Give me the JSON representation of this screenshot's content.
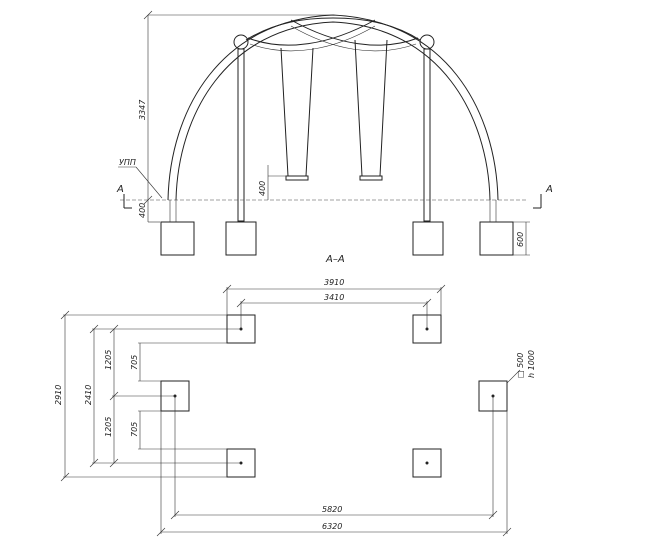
{
  "elevation": {
    "height_dim": "3347",
    "zero_level_label": "УПП",
    "section_mark": "A",
    "seat_height_dim": "400",
    "depth_dim": "400",
    "footing_height_dim": "600"
  },
  "plan": {
    "title": "A–A",
    "top_outer_dim": "3910",
    "top_inner_dim": "3410",
    "overall_depth_dim": "2910",
    "inner_depth_dim": "2410",
    "upper_half_dim": "1205",
    "lower_half_dim": "1205",
    "upper_offset_dim": "705",
    "lower_offset_dim": "705",
    "bottom_inner_dim": "5820",
    "bottom_outer_dim": "6320",
    "footing_size_label": "□ 500",
    "footing_depth_label": "h 1000"
  },
  "colors": {
    "line": "#222222",
    "background": "#ffffff"
  }
}
